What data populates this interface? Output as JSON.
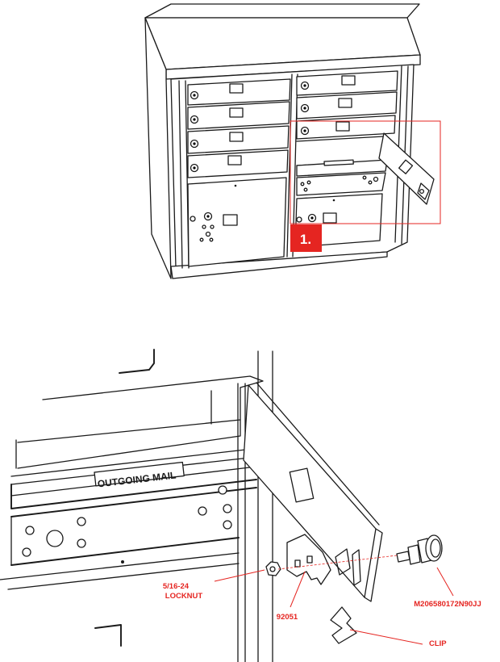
{
  "diagram": {
    "step_label": "1.",
    "panel_label": "OUTGOING MAIL",
    "callouts": {
      "locknut_line1": "5/16-24",
      "locknut_line2": "LOCKNUT",
      "bracket": "92051",
      "lock": "M206580172N90JJ",
      "clip": "CLIP"
    },
    "colors": {
      "callout": "#e52521",
      "line": "#1a1a1a"
    }
  }
}
